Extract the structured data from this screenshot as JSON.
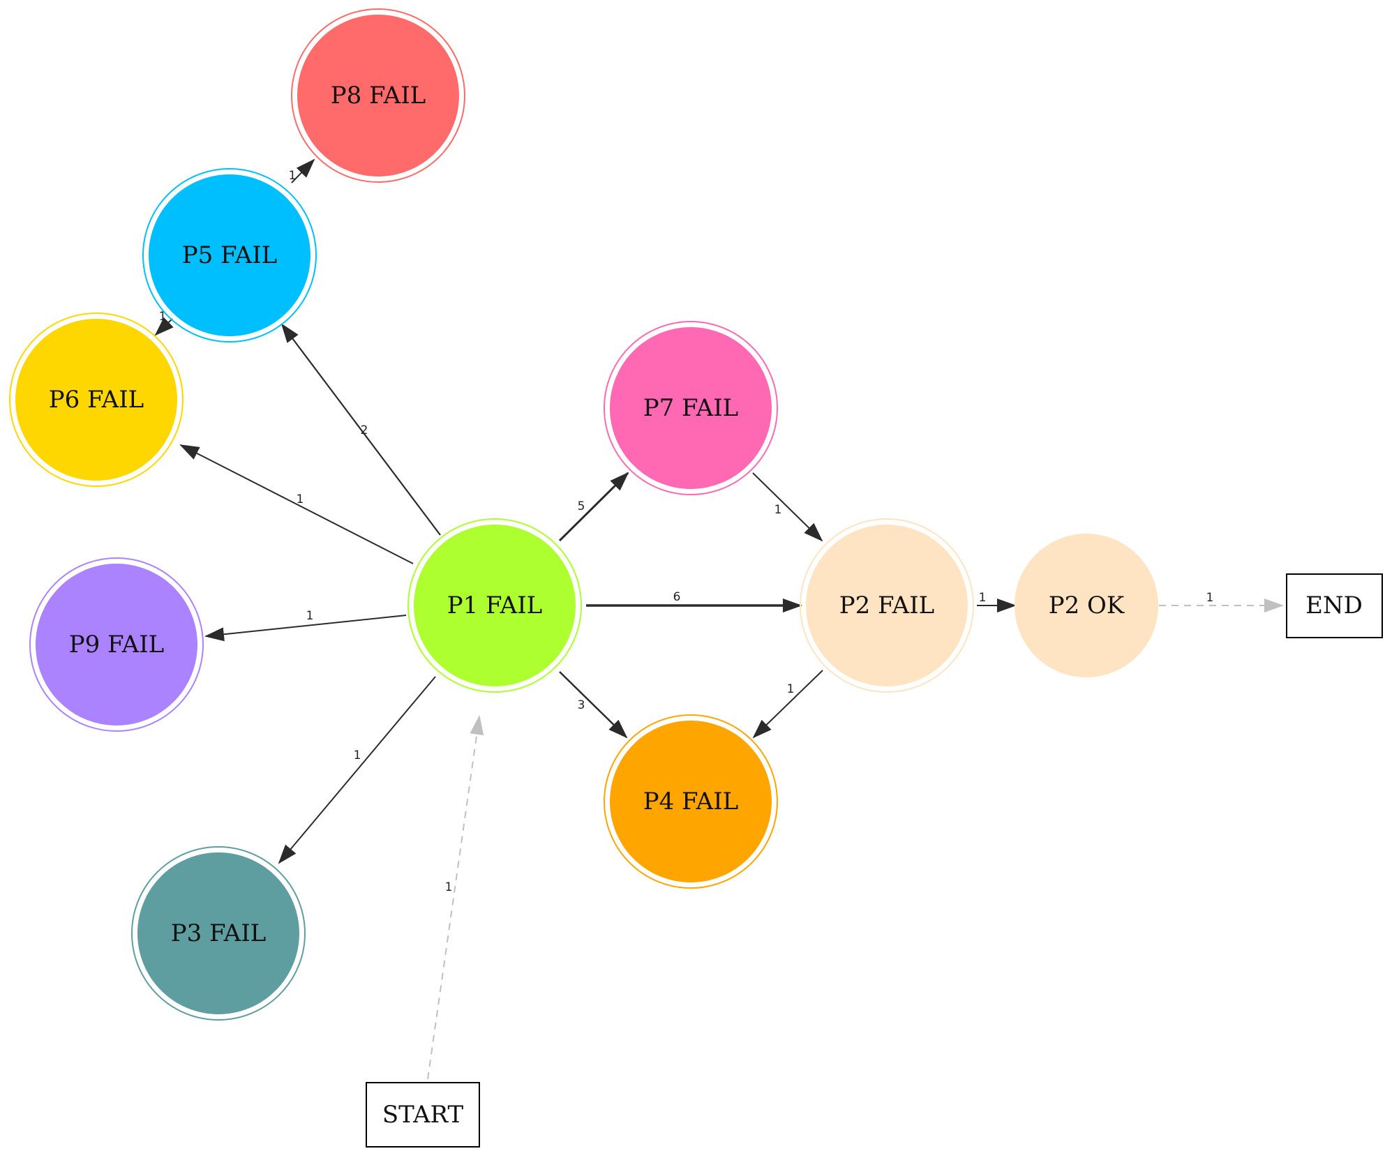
{
  "nodes": {
    "p1": {
      "label": "P1 FAIL",
      "color": "#adff2f"
    },
    "p2": {
      "label": "P2 FAIL",
      "color": "#ffe4c4"
    },
    "p2ok": {
      "label": "P2 OK",
      "color": "#ffe4c4"
    },
    "p3": {
      "label": "P3 FAIL",
      "color": "#5f9ea0"
    },
    "p4": {
      "label": "P4 FAIL",
      "color": "#ffa500"
    },
    "p5": {
      "label": "P5 FAIL",
      "color": "#00bfff"
    },
    "p6": {
      "label": "P6 FAIL",
      "color": "#ffd700"
    },
    "p7": {
      "label": "P7 FAIL",
      "color": "#ff69b4"
    },
    "p8": {
      "label": "P8 FAIL",
      "color": "#ff6a6a"
    },
    "p9": {
      "label": "P9 FAIL",
      "color": "#ab82ff"
    },
    "start": {
      "label": "START"
    },
    "end": {
      "label": "END"
    }
  },
  "edges": [
    {
      "from": "START",
      "to": "P1 FAIL",
      "weight": "1",
      "style": "dashed"
    },
    {
      "from": "P1 FAIL",
      "to": "P2 FAIL",
      "weight": "6"
    },
    {
      "from": "P1 FAIL",
      "to": "P7 FAIL",
      "weight": "5"
    },
    {
      "from": "P1 FAIL",
      "to": "P4 FAIL",
      "weight": "3"
    },
    {
      "from": "P1 FAIL",
      "to": "P5 FAIL",
      "weight": "2"
    },
    {
      "from": "P1 FAIL",
      "to": "P6 FAIL",
      "weight": "1"
    },
    {
      "from": "P1 FAIL",
      "to": "P9 FAIL",
      "weight": "1"
    },
    {
      "from": "P1 FAIL",
      "to": "P3 FAIL",
      "weight": "1"
    },
    {
      "from": "P5 FAIL",
      "to": "P8 FAIL",
      "weight": "1"
    },
    {
      "from": "P5 FAIL",
      "to": "P6 FAIL",
      "weight": "1"
    },
    {
      "from": "P7 FAIL",
      "to": "P2 FAIL",
      "weight": "1"
    },
    {
      "from": "P2 FAIL",
      "to": "P4 FAIL",
      "weight": "1"
    },
    {
      "from": "P2 FAIL",
      "to": "P2 OK",
      "weight": "1"
    },
    {
      "from": "P2 OK",
      "to": "END",
      "weight": "1",
      "style": "dashed"
    }
  ],
  "colors": {
    "edge": "#2b2b2b",
    "dashed_edge": "#c0c0c0"
  }
}
